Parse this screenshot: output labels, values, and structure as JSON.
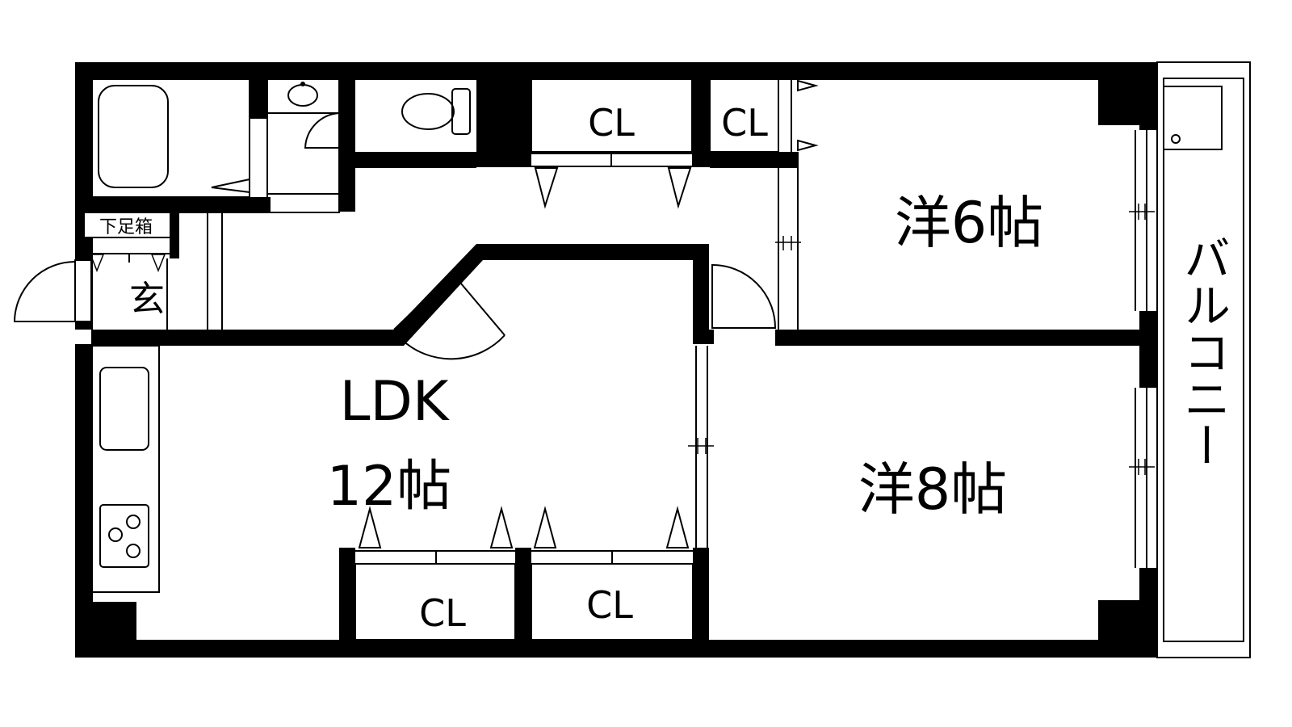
{
  "floor_plan": {
    "rooms": {
      "bedroom_a": {
        "label": "洋6帖"
      },
      "bedroom_b": {
        "label": "洋8帖"
      },
      "ldk": {
        "label": "LDK",
        "size_label": "12帖"
      },
      "entrance": {
        "label": "玄"
      },
      "shoe_cabinet": {
        "label": "下足箱"
      },
      "balcony": {
        "label": "バルコニー"
      }
    },
    "closets": [
      {
        "label": "CL"
      },
      {
        "label": "CL"
      },
      {
        "label": "CL"
      },
      {
        "label": "CL"
      }
    ],
    "fixtures": [
      "bathtub-icon",
      "washbasin-icon",
      "toilet-icon",
      "sink-icon",
      "stove-icon",
      "washing-machine-pan-icon"
    ],
    "colors": {
      "wall": "#000000",
      "background": "#ffffff"
    }
  }
}
